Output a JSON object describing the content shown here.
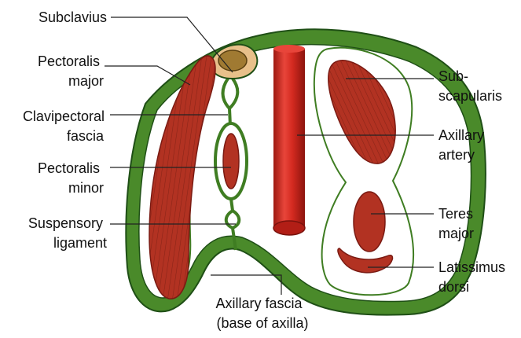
{
  "labels": {
    "subclavius": [
      "Subclavius"
    ],
    "pectoralis_major": [
      "Pectoralis",
      "major"
    ],
    "clavipectoral_fascia": [
      "Clavipectoral",
      "fascia"
    ],
    "pectoralis_minor": [
      "Pectoralis",
      "minor"
    ],
    "suspensory_ligament": [
      "Suspensory",
      "ligament"
    ],
    "subscapularis": [
      "Sub-",
      "scapularis"
    ],
    "axillary_artery": [
      "Axillary",
      "artery"
    ],
    "teres_major": [
      "Teres",
      "major"
    ],
    "latissimus_dorsi": [
      "Latissimus",
      "dorsi"
    ],
    "axillary_fascia": [
      "Axillary fascia",
      "(base of axilla)"
    ]
  },
  "colors": {
    "fascia_green": "#4a8a2a",
    "fascia_dark": "#1f4f16",
    "muscle_red": "#b23222",
    "muscle_dark": "#7a1a12",
    "artery_red": "#d42a20",
    "clavicle_tan": "#e8c08a",
    "subclavius_brown": "#a07a32",
    "leader_line": "#222222"
  }
}
